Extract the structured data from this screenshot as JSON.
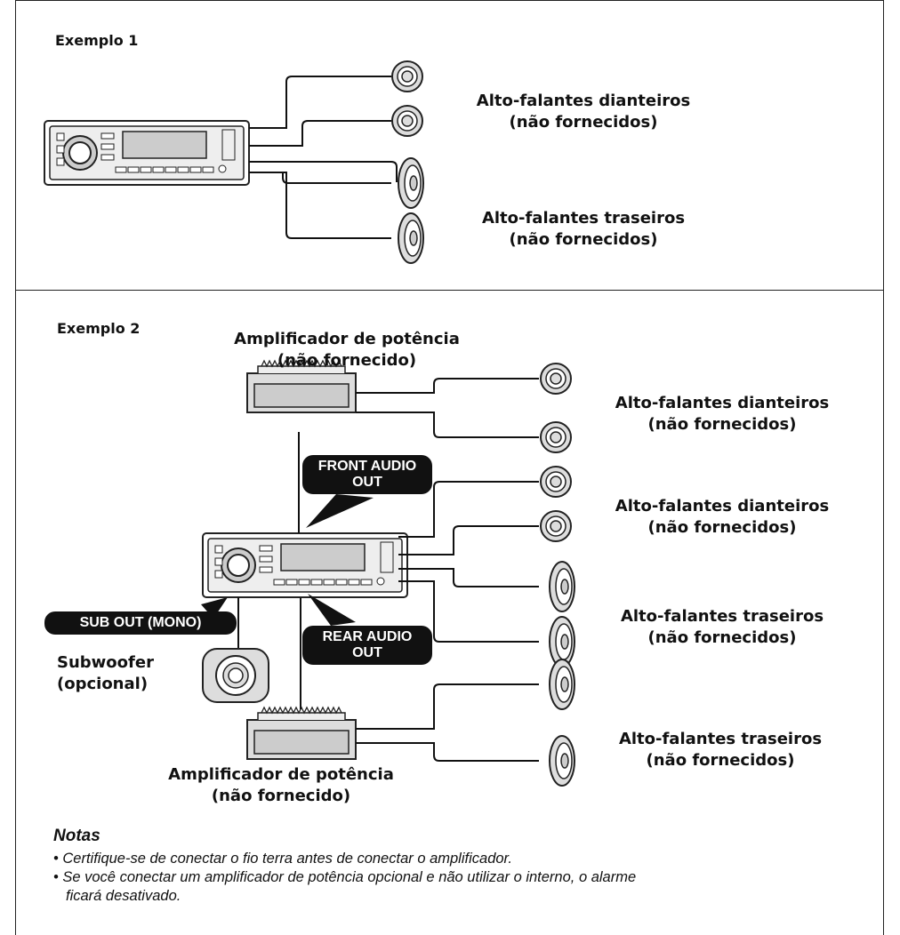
{
  "example1": {
    "title": "Exemplo 1",
    "front_label": [
      "Alto-falantes dianteiros",
      "(não fornecidos)"
    ],
    "rear_label": [
      "Alto-falantes traseiros",
      "(não fornecidos)"
    ]
  },
  "example2": {
    "title": "Exemplo 2",
    "amp_top_label": [
      "Amplificador de potência",
      "(não fornecido)"
    ],
    "amp_bottom_label": [
      "Amplificador de potência",
      "(não fornecido)"
    ],
    "front_amp_label": [
      "Alto-falantes dianteiros",
      "(não fornecidos)"
    ],
    "front_direct_label": [
      "Alto-falantes dianteiros",
      "(não fornecidos)"
    ],
    "rear_direct_label": [
      "Alto-falantes traseiros",
      "(não fornecidos)"
    ],
    "rear_amp_label": [
      "Alto-falantes traseiros",
      "(não fornecidos)"
    ],
    "front_audio_out": [
      "FRONT AUDIO",
      "OUT"
    ],
    "rear_audio_out": [
      "REAR AUDIO",
      "OUT"
    ],
    "sub_out": "SUB OUT (MONO)",
    "subwoofer_label": [
      "Subwoofer",
      "(opcional)"
    ]
  },
  "notes": {
    "title": "Notas",
    "items": [
      "• Certifique-se de conectar o fio terra antes de conectar o amplificador.",
      "• Se você conectar um amplificador de potência opcional e não utilizar o interno, o alarme",
      "ficará desativado."
    ]
  }
}
